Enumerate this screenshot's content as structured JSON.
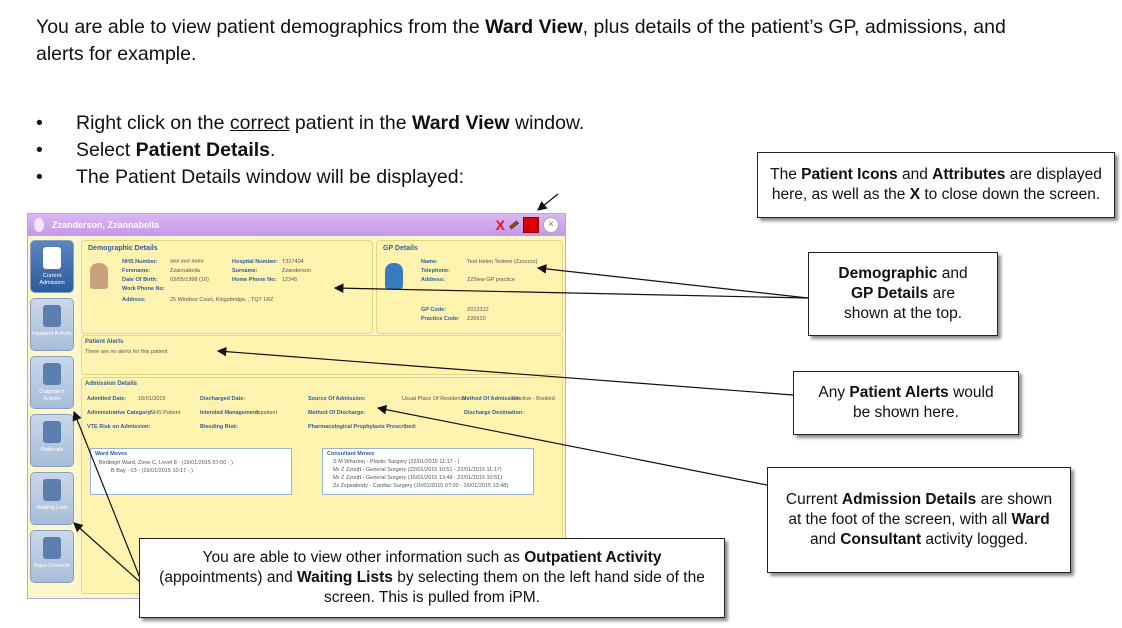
{
  "intro": {
    "part1": "You are able to view patient demographics from the ",
    "bold1": "Ward View",
    "part2": ", plus details of the patient’s GP, admissions, and alerts for example."
  },
  "bullets": {
    "b1_pre": "Right click on the ",
    "b1_u": "correct",
    "b1_mid": " patient in the ",
    "b1_bold": "Ward View",
    "b1_post": " window.",
    "b2_pre": "Select ",
    "b2_bold": "Patient Details",
    "b2_post": ".",
    "b3": "The Patient Details window will be displayed:",
    "marker": "•"
  },
  "callouts": {
    "icons": {
      "t1": "The ",
      "b1": "Patient Icons",
      "t2": " and ",
      "b2": "Attributes",
      "t3": " are displayed here, as well as the ",
      "b3": "X",
      "t4": " to close down the screen."
    },
    "demo": {
      "b1": "Demographic",
      "t1": " and ",
      "b2": "GP Details",
      "t2": " are shown at the top."
    },
    "alerts": {
      "t1": "Any ",
      "b1": "Patient Alerts",
      "t2": " would be shown here."
    },
    "admission": {
      "t1": "Current ",
      "b1": "Admission Details",
      "t2": " are shown at the foot of the screen, with all ",
      "b2": "Ward",
      "t3": " and ",
      "b3": "Consultant",
      "t4": " activity logged."
    },
    "other": {
      "t1": "You are able to view other information such as ",
      "b1": "Outpatient Activity",
      "t2": " (appointments) and ",
      "b2": "Waiting Lists",
      "t3": " by selecting them on the left hand side of the screen.  This is pulled from iPM."
    }
  },
  "window": {
    "title": "Zzanderson, Zzannabella",
    "close_mark": "X",
    "close_glyph": "×",
    "sidebar": [
      {
        "label": "Current Admission"
      },
      {
        "label": "Inpatient Activity"
      },
      {
        "label": "Outpatient Activity"
      },
      {
        "label": "Referrals"
      },
      {
        "label": "Waiting Lists"
      },
      {
        "label": "Rapa Contacts"
      }
    ],
    "demographic": {
      "title": "Demographic Details",
      "nhs_label": "NHS Number:",
      "nhs_value": "### ### ####",
      "forename_label": "Forename:",
      "forename_value": "Zzannabella",
      "dob_label": "Date Of Birth:",
      "dob_value": "03/05/1998 (16)",
      "work_label": "Work Phone No:",
      "address_label": "Address:",
      "address_value": "25 Windsor Court, Kingsbridge, , TQ7 1RZ",
      "hosp_label": "Hospital Number:",
      "hosp_value": "T327404",
      "surname_label": "Surname:",
      "surname_value": "Zzanderson",
      "home_label": "Home Phone No:",
      "home_value": "12345"
    },
    "gp": {
      "title": "GP Details",
      "name_label": "Name:",
      "name_value": "Test Helen Testere (Zzzzzzz)",
      "tel_label": "Telephone:",
      "address_label": "Address:",
      "address_value": "ZZNew GP practice",
      "code_label": "GP Code:",
      "code_value": "Z012312",
      "practice_label": "Practice Code:",
      "practice_value": "Z26610"
    },
    "alerts": {
      "title": "Patient Alerts",
      "text": "There are no alerts for this patient"
    },
    "admission": {
      "title": "Admission Details",
      "admitted_label": "Admitted Date:",
      "admitted_value": "16/01/2015",
      "discharged_label": "Discharged Date:",
      "source_label": "Source Of Admission:",
      "source_value": "Usual Place Of Residence",
      "method_label": "Method Of Admission:",
      "method_value": "Elective - Booked",
      "admin_label": "Administrative Category:",
      "admin_value": "NHS Patient",
      "intended_label": "Intended Management:",
      "intended_value": "Inpatient",
      "mdisch_label": "Method Of Discharge:",
      "dest_label": "Discharge Destination:",
      "vte_label": "VTE Risk on Admission:",
      "bleed_label": "Bleeding Risk:",
      "pharm_label": "Pharmacological Prophylaxis Prescribed:"
    },
    "ward_moves": {
      "title": "Ward Moves",
      "rows": [
        "Birdleigh Ward, Zone C, Level 8 - (16/01/2015 07:00 - )",
        "B Bay - 03 - (16/01/2015 10:17 - )"
      ]
    },
    "consultant_moves": {
      "title": "Consultant Moves",
      "rows": [
        "S M Wharton - Plastic Surgery  (22/01/2015 11:17 - )",
        "Mr Z Zzouft - General Surgery  (22/01/2015 10:51 - 22/01/2015 11:17)",
        "Mr Z Zzouft - General Surgery  (16/01/2015 13:48 - 22/01/2015 10:51)",
        "Zz Zzpeabody - Cardiac Surgery  (16/01/2015 07:00 - 16/01/2015 13:48)"
      ]
    }
  },
  "colors": {
    "accent": "#2f5d9a",
    "titlebar": "#c597ea",
    "panel": "#fff3b0"
  }
}
